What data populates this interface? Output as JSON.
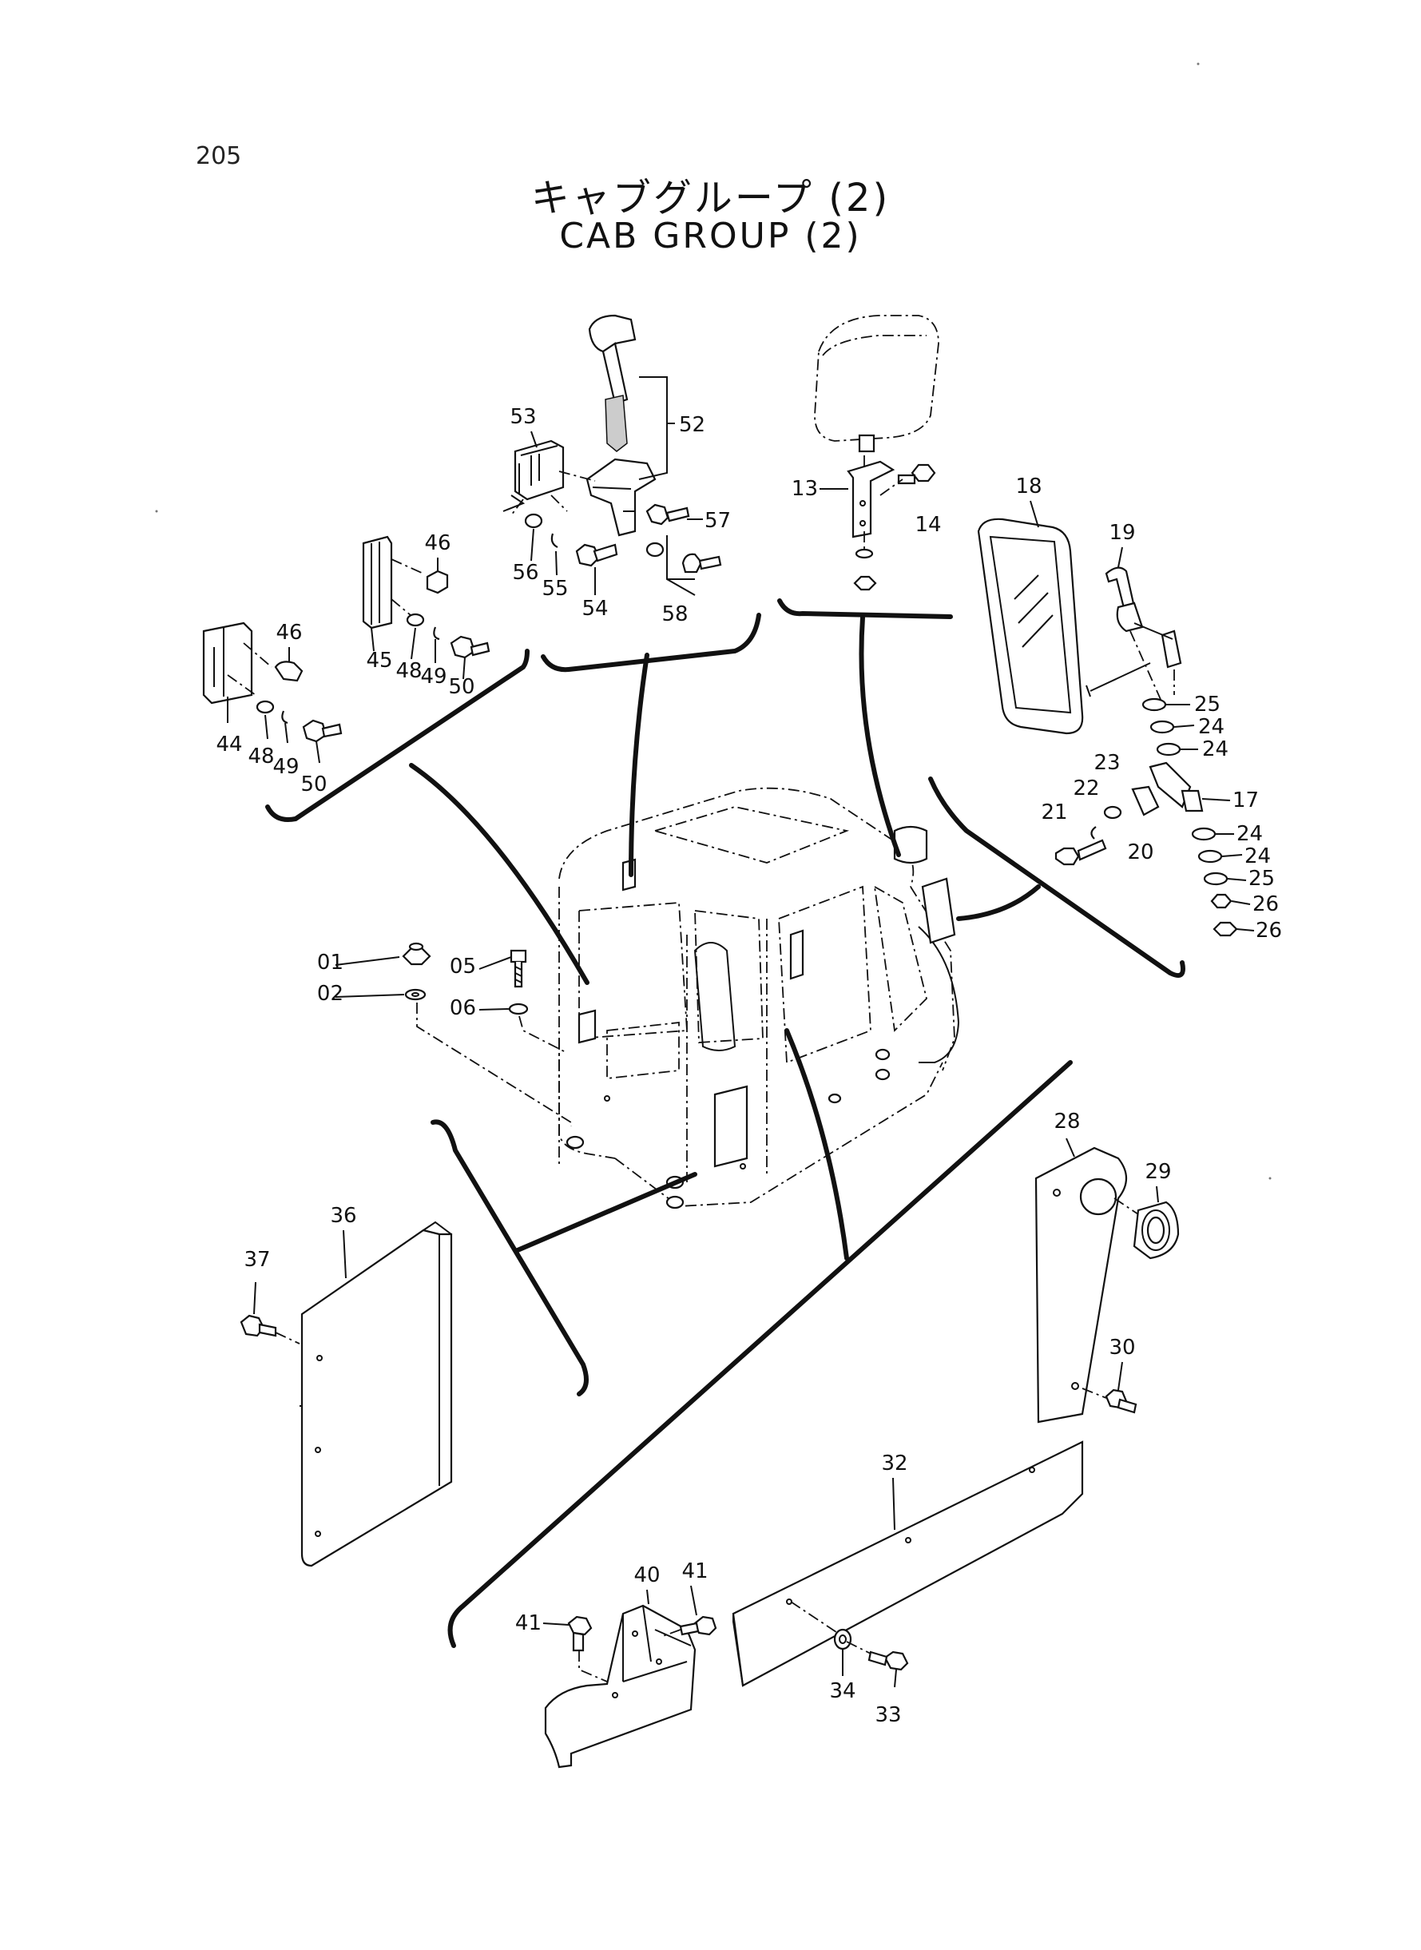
{
  "page_number": "205",
  "title_jp": "キャブグループ (2)",
  "title_en": "CAB GROUP (2)",
  "callouts": {
    "c01": "01",
    "c02": "02",
    "c05": "05",
    "c06": "06",
    "c13": "13",
    "c14": "14",
    "c17": "17",
    "c18": "18",
    "c19": "19",
    "c20": "20",
    "c21": "21",
    "c22": "22",
    "c23": "23",
    "c24a": "24",
    "c24b": "24",
    "c24c": "24",
    "c24d": "24",
    "c25a": "25",
    "c25b": "25",
    "c26a": "26",
    "c26b": "26",
    "c28": "28",
    "c29": "29",
    "c30": "30",
    "c32": "32",
    "c33": "33",
    "c34": "34",
    "c36": "36",
    "c37": "37",
    "c40": "40",
    "c41a": "41",
    "c41b": "41",
    "c44": "44",
    "c45": "45",
    "c46a": "46",
    "c46b": "46",
    "c48a": "48",
    "c48b": "48",
    "c49a": "49",
    "c49b": "49",
    "c50a": "50",
    "c50b": "50",
    "c52": "52",
    "c53": "53",
    "c54": "54",
    "c55": "55",
    "c56": "56",
    "c57": "57",
    "c58": "58"
  }
}
